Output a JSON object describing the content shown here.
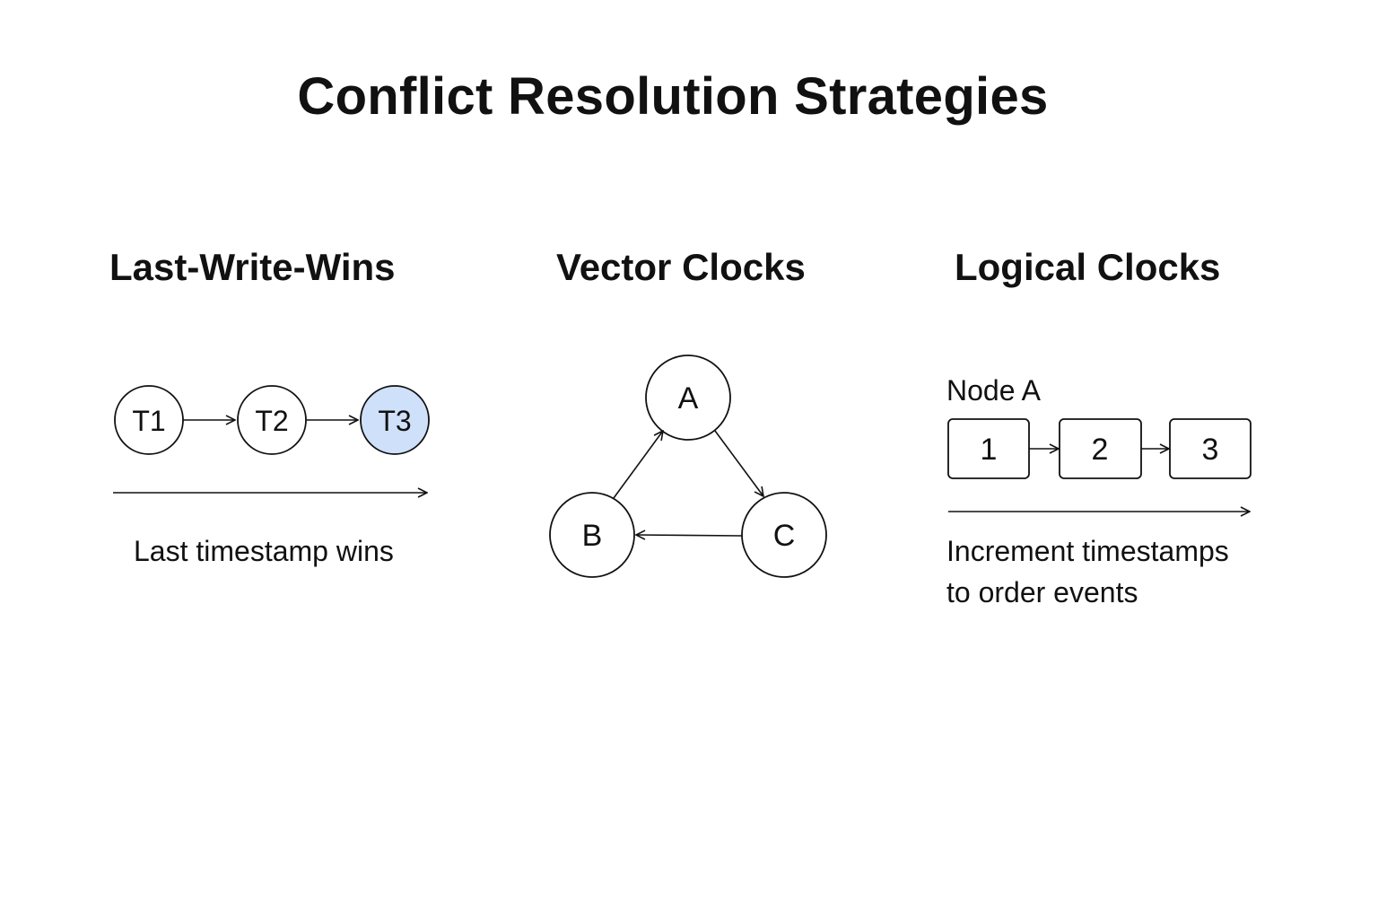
{
  "title": "Conflict Resolution Strategies",
  "sections": [
    {
      "heading": "Last-Write-Wins",
      "nodes": [
        "T1",
        "T2",
        "T3"
      ],
      "highlighted_node": "T3",
      "caption": "Last timestamp wins"
    },
    {
      "heading": "Vector Clocks",
      "nodes": [
        "A",
        "B",
        "C"
      ]
    },
    {
      "heading": "Logical Clocks",
      "node_label": "Node A",
      "counters": [
        "1",
        "2",
        "3"
      ],
      "caption_lines": [
        "Increment timestamps",
        "to order events"
      ]
    }
  ],
  "colors": {
    "highlight_fill": "#cfe0fa",
    "stroke": "#111111",
    "background": "#ffffff"
  }
}
